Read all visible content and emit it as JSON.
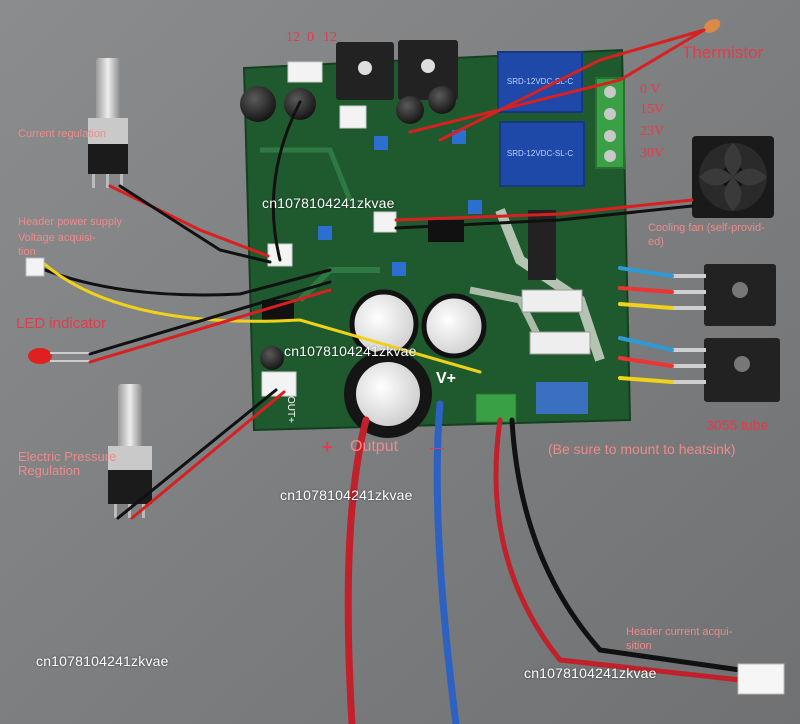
{
  "labels": {
    "thermistor": "Thermistor",
    "transformer_taps": [
      "12",
      "0",
      "12"
    ],
    "voltage_taps": [
      "0 V",
      "15V",
      "23V",
      "30V"
    ],
    "current_regulation": "Current regulation",
    "header_power_supply": "Header power supply",
    "voltage_acquisition": "Voltage acquisi-",
    "voltage_acquisition_cont": "tion",
    "led_indicator": "LED indicator",
    "electric_pressure": "Electric Pressure",
    "regulation": "Regulation",
    "cooling_fan_line1": "Cooling fan (self-provid-",
    "cooling_fan_line2": "ed)",
    "tube_3055": "3055 tube",
    "heatsink_note": "(Be sure to mount to heatsink)",
    "output": "Output",
    "plus": "+",
    "minus": "—",
    "v_plus": "V+",
    "header_current_line1": "Header current acqui-",
    "header_current_line2": "sition",
    "board_out_label": "OUT+",
    "watermark": "cn1078104241zkvae"
  },
  "colors": {
    "label_red": "#e8394a",
    "label_pink": "#ef8a8a",
    "pcb_green": "#1f5a2e"
  }
}
